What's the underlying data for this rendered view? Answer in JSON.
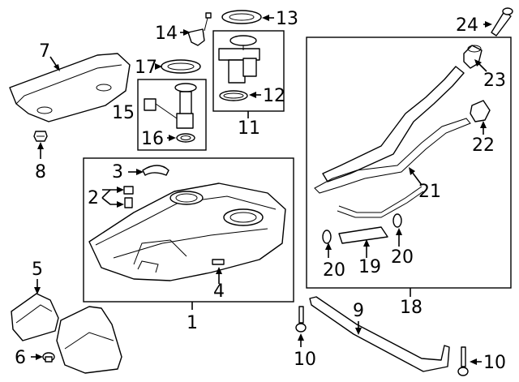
{
  "callouts": {
    "c1": "1",
    "c2": "2",
    "c3": "3",
    "c4": "4",
    "c5": "5",
    "c6": "6",
    "c7": "7",
    "c8": "8",
    "c9": "9",
    "c10a": "10",
    "c10b": "10",
    "c11": "11",
    "c12": "12",
    "c13": "13",
    "c14": "14",
    "c15": "15",
    "c16": "16",
    "c17": "17",
    "c18": "18",
    "c19": "19",
    "c20a": "20",
    "c20b": "20",
    "c21": "21",
    "c22": "22",
    "c23": "23",
    "c24": "24"
  },
  "icons": {
    "fuel_tank": "fuel-tank-icon",
    "heat_shield": "heat-shield-icon",
    "fuel_pump": "fuel-pump-icon",
    "filler_pipe": "filler-pipe-icon",
    "strap": "tank-strap-icon",
    "bolt": "bolt-icon"
  }
}
